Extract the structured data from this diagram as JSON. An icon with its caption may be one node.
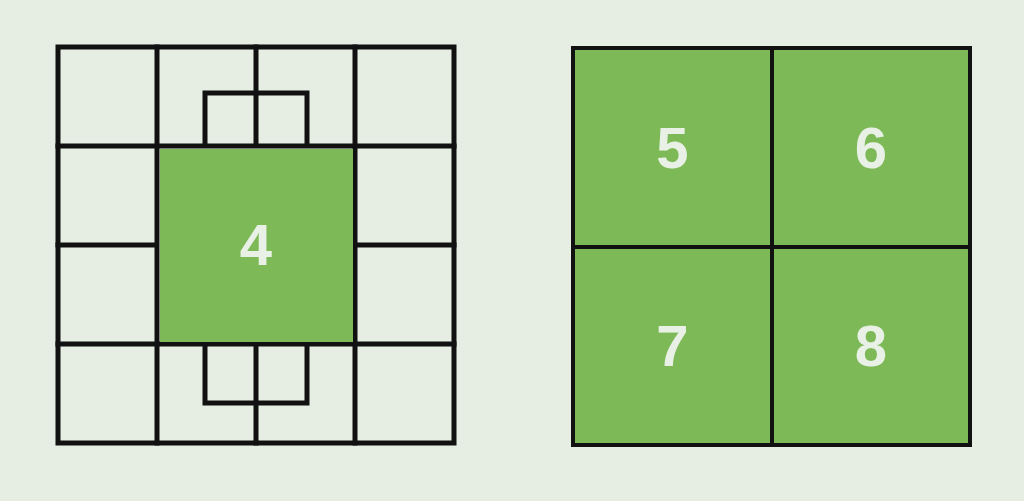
{
  "diagram": {
    "nodes": [
      {
        "text": [
          "4"
        ]
      },
      {
        "text": [
          "5"
        ]
      },
      {
        "text": [
          "6"
        ]
      },
      {
        "text": [
          "7"
        ]
      },
      {
        "text": [
          "8"
        ]
      }
    ]
  }
}
